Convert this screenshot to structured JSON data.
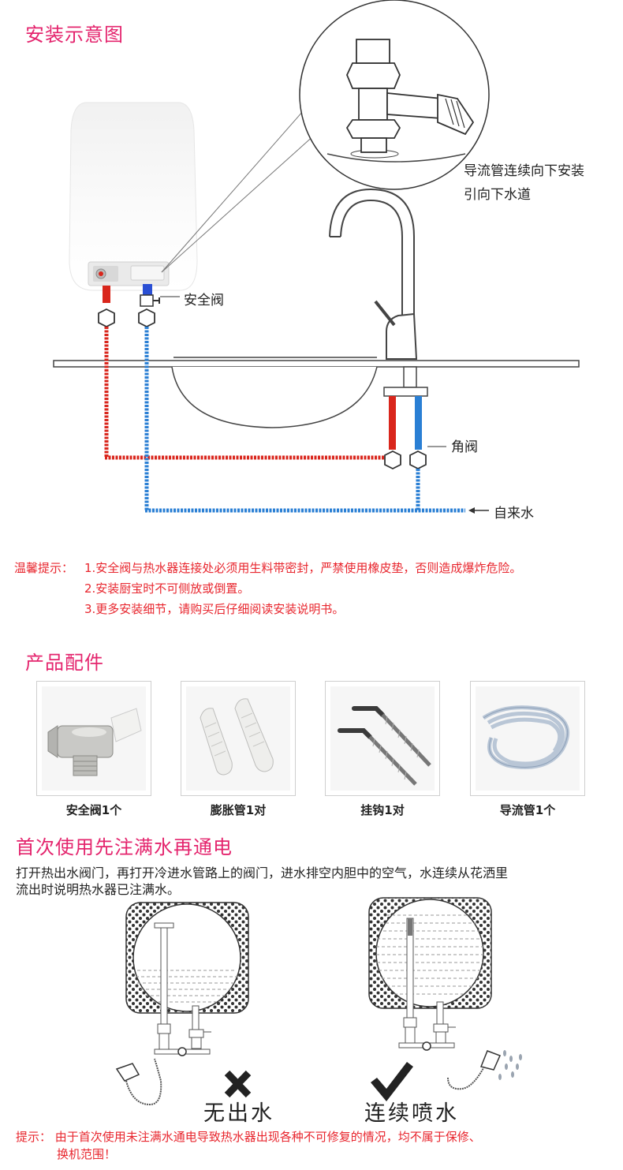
{
  "install": {
    "title": "安装示意图",
    "callout_line1": "导流管连续向下安装",
    "callout_line2": "引向下水道",
    "safety_valve_label": "安全阀",
    "angle_valve_label": "角阀",
    "tap_water_label": "自来水"
  },
  "tips": {
    "prefix": "温馨提示：",
    "items": [
      "1.安全阀与热水器连接处必须用生料带密封，严禁使用橡皮垫，否则造成爆炸危险。",
      "2.安装厨宝时不可侧放或倒置。",
      "3.更多安装细节，请购买后仔细阅读安装说明书。"
    ]
  },
  "parts": {
    "title": "产品配件",
    "items": [
      {
        "label": "安全阀1个"
      },
      {
        "label": "膨胀管1对"
      },
      {
        "label": "挂钩1对"
      },
      {
        "label": "导流管1个"
      }
    ]
  },
  "first_use": {
    "title": "首次使用先注满水再通电",
    "desc_line1": "打开热出水阀门，再打开冷进水管路上的阀门，进水排空内胆中的空气，水连续从花洒里",
    "desc_line2": "流出时说明热水器已注满水。",
    "left_label": "无出水",
    "right_label": "连续喷水"
  },
  "notice": {
    "line1": "提示：  由于首次使用未注满水通电导致热水器出现各种不可修复的情况，均不属于保修、",
    "line2": "换机范围！"
  },
  "colors": {
    "accent": "#e4246d",
    "hot_pipe": "#d9261c",
    "cold_pipe": "#2a7fd4",
    "warning_text": "#e8262e"
  }
}
